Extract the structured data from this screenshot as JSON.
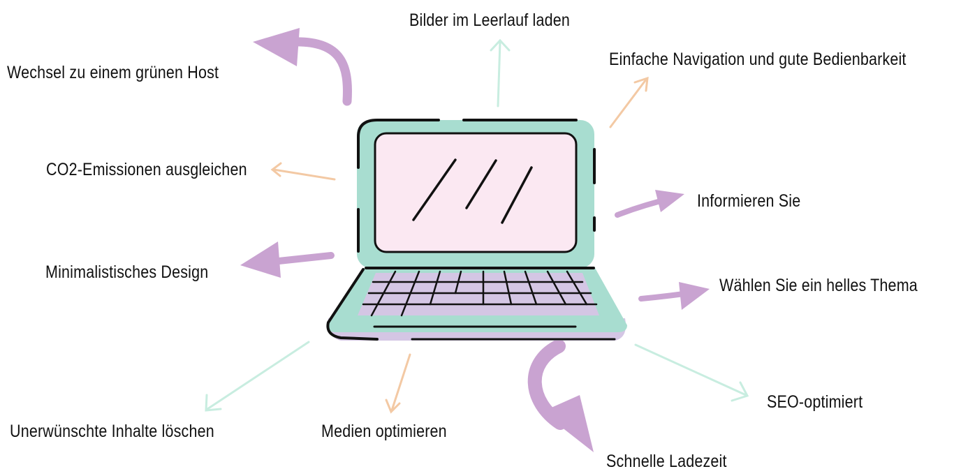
{
  "labels": {
    "idle_images": "Bilder im Leerlauf laden",
    "green_host": "Wechsel zu einem grünen Host",
    "navigation": "Einfache Navigation und gute Bedienbarkeit",
    "co2": "CO2-Emissionen ausgleichen",
    "inform": "Informieren Sie",
    "minimal_design": "Minimalistisches Design",
    "light_theme": "Wählen Sie ein helles Thema",
    "seo": "SEO-optimiert",
    "remove_content": "Unerwünschte Inhalte löschen",
    "optimize_media": "Medien optimieren",
    "fast_load": "Schnelle Ladezeit"
  },
  "colors": {
    "mint": "#a8ddd0",
    "pink": "#fbe8f2",
    "lavender": "#d4c6e4",
    "purple_arrow": "#c9a3d1",
    "peach_arrow": "#f3c9a4",
    "mint_arrow": "#c8ede0",
    "outline": "#111111"
  },
  "icons": {
    "center": "laptop-icon"
  }
}
